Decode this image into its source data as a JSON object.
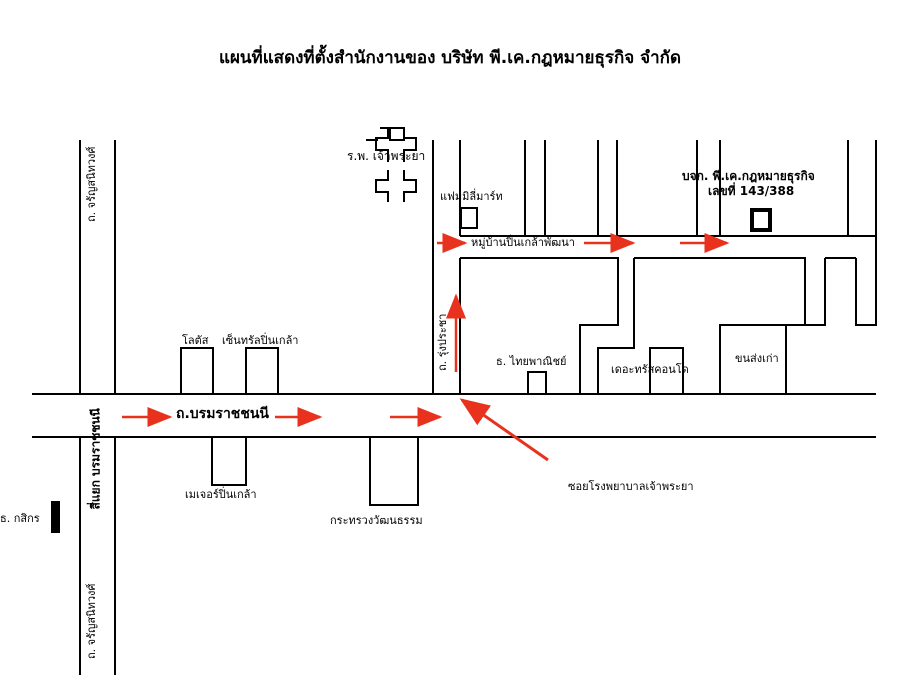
{
  "title": "แผนที่แสดงที่ตั้งสำนักงานของ บริษัท พี.เค.กฎหมายธุรกิจ จำกัด",
  "colors": {
    "road_line": "#000000",
    "arrow": "#e8321e",
    "office_marker": "#000000"
  },
  "roads": {
    "main_road": "ถ.บรมราชชนนี",
    "side_road": "ถ. รุ่งประชา",
    "left_road_top": "ถ. จรัญสนิทวงศ์",
    "left_road_bottom": "ถ. จรัญสนิทวงศ์",
    "intersection": "สี่แยก บรมราชชนนี"
  },
  "office": {
    "name": "บจก. พี.เค.กฎหมายธุรกิจ",
    "number": "เลขที่ 143/388",
    "icon": "building-square-icon"
  },
  "landmarks": {
    "hospital": "ร.พ. เจ้าพระยา",
    "hospital_icon": "hospital-cross-icon",
    "family_mart": "แฟมมิลี่มาร์ท",
    "village": "หมู่บ้านปิ่นเกล้าพัฒนา",
    "thai_panich": "ธ. ไทยพาณิชย์",
    "condo": "เดอะทรัสคอนโด",
    "bakery": "ขนส่งเก่า",
    "lotus": "โลตัส",
    "center": "เซ็นทรัลปิ่นเกล้า",
    "major": "เมเจอร์ปิ่นเกล้า",
    "ministry": "กระทรวงวัฒนธรรม",
    "kasikorn": "ธ. กสิกร",
    "soi": "ซอยโรงพยาบาลเจ้าพระยา"
  }
}
